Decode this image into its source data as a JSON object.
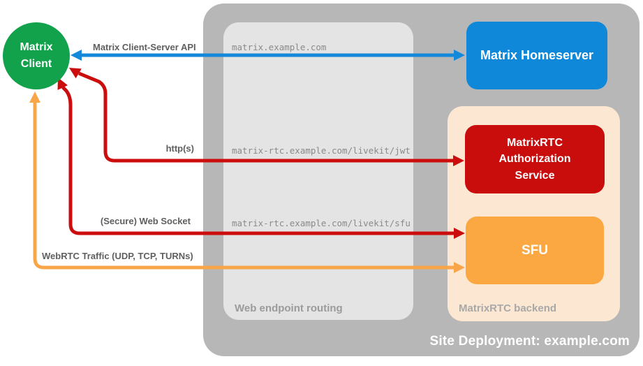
{
  "colors": {
    "outer_container": "#b7b7b7",
    "routing_box": "#e4e4e4",
    "backend_box": "#fce8d2",
    "homeserver_node": "#1088d9",
    "client_node": "#12a24b",
    "auth_service_node": "#c90d0d",
    "sfu_node": "#fba843",
    "arrow_blue": "#1589d9",
    "arrow_red": "#cc0d0d",
    "arrow_orange": "#f9a64a"
  },
  "containers": {
    "site": {
      "label": "Site Deployment: example.com"
    },
    "routing": {
      "label": "Web endpoint routing"
    },
    "backend": {
      "label": "MatrixRTC backend"
    }
  },
  "nodes": {
    "client": {
      "lines": [
        "Matrix",
        "Client"
      ]
    },
    "homeserver": {
      "label": "Matrix Homeserver"
    },
    "auth_service": {
      "lines": [
        "MatrixRTC",
        "Authorization",
        "Service"
      ]
    },
    "sfu": {
      "label": "SFU"
    }
  },
  "connections": {
    "client_server_api": {
      "label": "Matrix Client-Server API",
      "endpoint": "matrix.example.com"
    },
    "http": {
      "label": "http(s)",
      "endpoint": "matrix-rtc.example.com/livekit/jwt"
    },
    "websocket": {
      "label": "(Secure) Web Socket",
      "endpoint": "matrix-rtc.example.com/livekit/sfu"
    },
    "webrtc": {
      "label": "WebRTC Traffic (UDP, TCP, TURNs)"
    }
  }
}
